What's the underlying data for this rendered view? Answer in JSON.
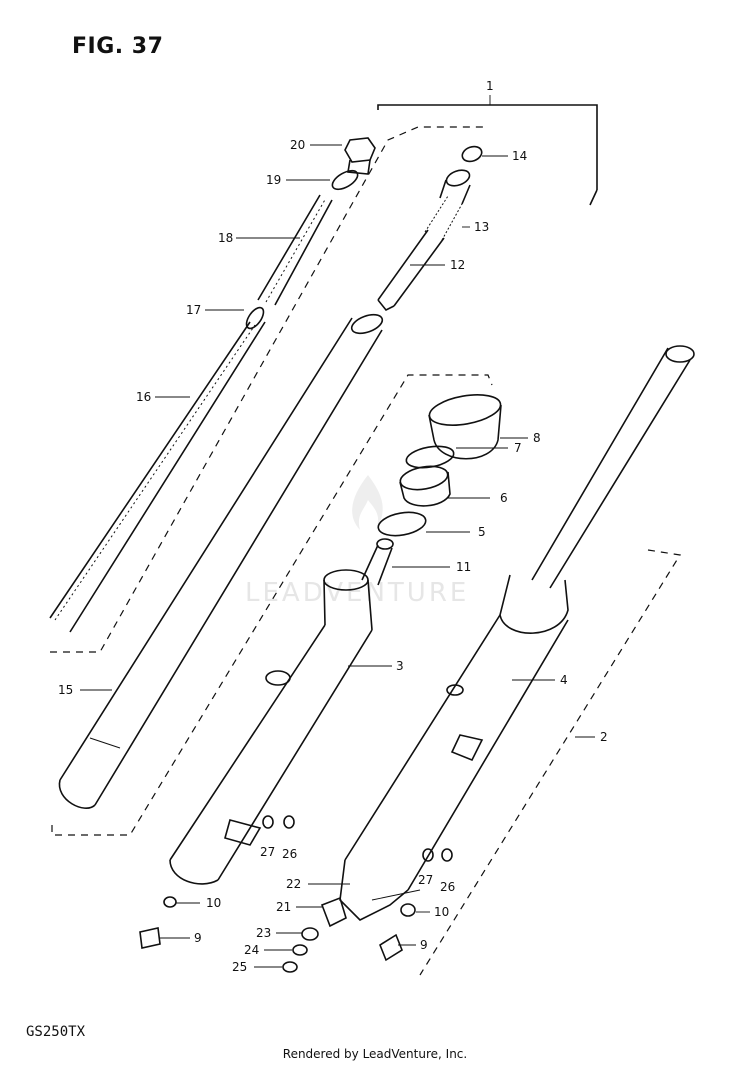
{
  "figure": {
    "title": "FIG. 37",
    "model": "GS250TX"
  },
  "footer": "Rendered by LeadVenture, Inc.",
  "watermark": "LEADVENTURE",
  "callouts": [
    {
      "id": "c1",
      "text": "1"
    },
    {
      "id": "c2",
      "text": "2"
    },
    {
      "id": "c3",
      "text": "3"
    },
    {
      "id": "c4",
      "text": "4"
    },
    {
      "id": "c5",
      "text": "5"
    },
    {
      "id": "c6",
      "text": "6"
    },
    {
      "id": "c7",
      "text": "7"
    },
    {
      "id": "c8",
      "text": "8"
    },
    {
      "id": "c9a",
      "text": "9"
    },
    {
      "id": "c9b",
      "text": "9"
    },
    {
      "id": "c10a",
      "text": "10"
    },
    {
      "id": "c10b",
      "text": "10"
    },
    {
      "id": "c11",
      "text": "11"
    },
    {
      "id": "c12",
      "text": "12"
    },
    {
      "id": "c13",
      "text": "13"
    },
    {
      "id": "c14",
      "text": "14"
    },
    {
      "id": "c15",
      "text": "15"
    },
    {
      "id": "c16",
      "text": "16"
    },
    {
      "id": "c17",
      "text": "17"
    },
    {
      "id": "c18",
      "text": "18"
    },
    {
      "id": "c19",
      "text": "19"
    },
    {
      "id": "c20",
      "text": "20"
    },
    {
      "id": "c21",
      "text": "21"
    },
    {
      "id": "c22",
      "text": "22"
    },
    {
      "id": "c23",
      "text": "23"
    },
    {
      "id": "c24",
      "text": "24"
    },
    {
      "id": "c25",
      "text": "25"
    },
    {
      "id": "c26a",
      "text": "26"
    },
    {
      "id": "c26b",
      "text": "26"
    },
    {
      "id": "c27a",
      "text": "27"
    },
    {
      "id": "c27b",
      "text": "27"
    }
  ]
}
